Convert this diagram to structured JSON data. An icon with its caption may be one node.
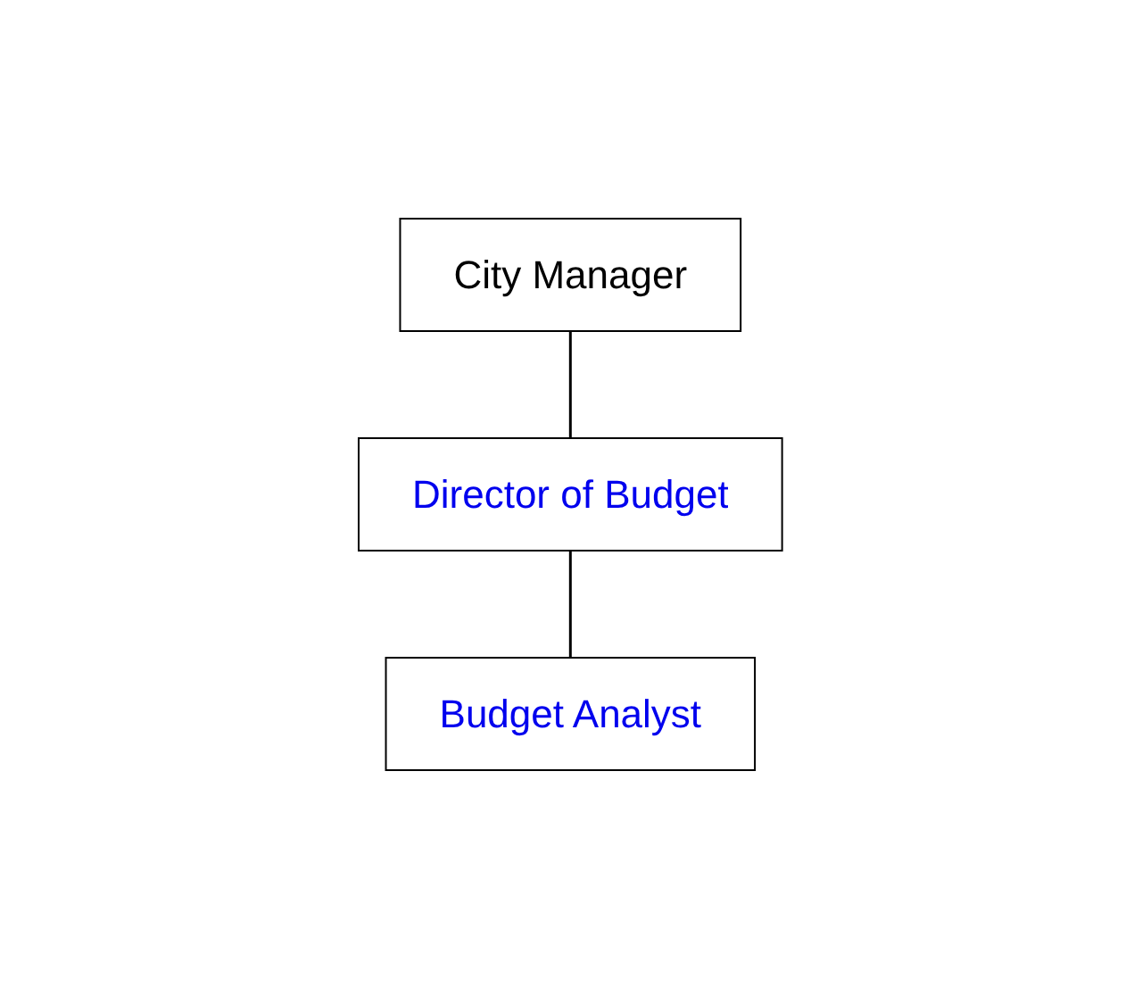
{
  "diagram": {
    "nodes": [
      {
        "text": [
          "City Manager"
        ]
      },
      {
        "text": [
          "Director of Budget"
        ]
      },
      {
        "text": [
          "Budget Analyst"
        ]
      }
    ],
    "edges": [
      {
        "from": 0,
        "to": 1,
        "arrow": "none"
      },
      {
        "from": 1,
        "to": 2,
        "arrow": "none"
      }
    ]
  }
}
